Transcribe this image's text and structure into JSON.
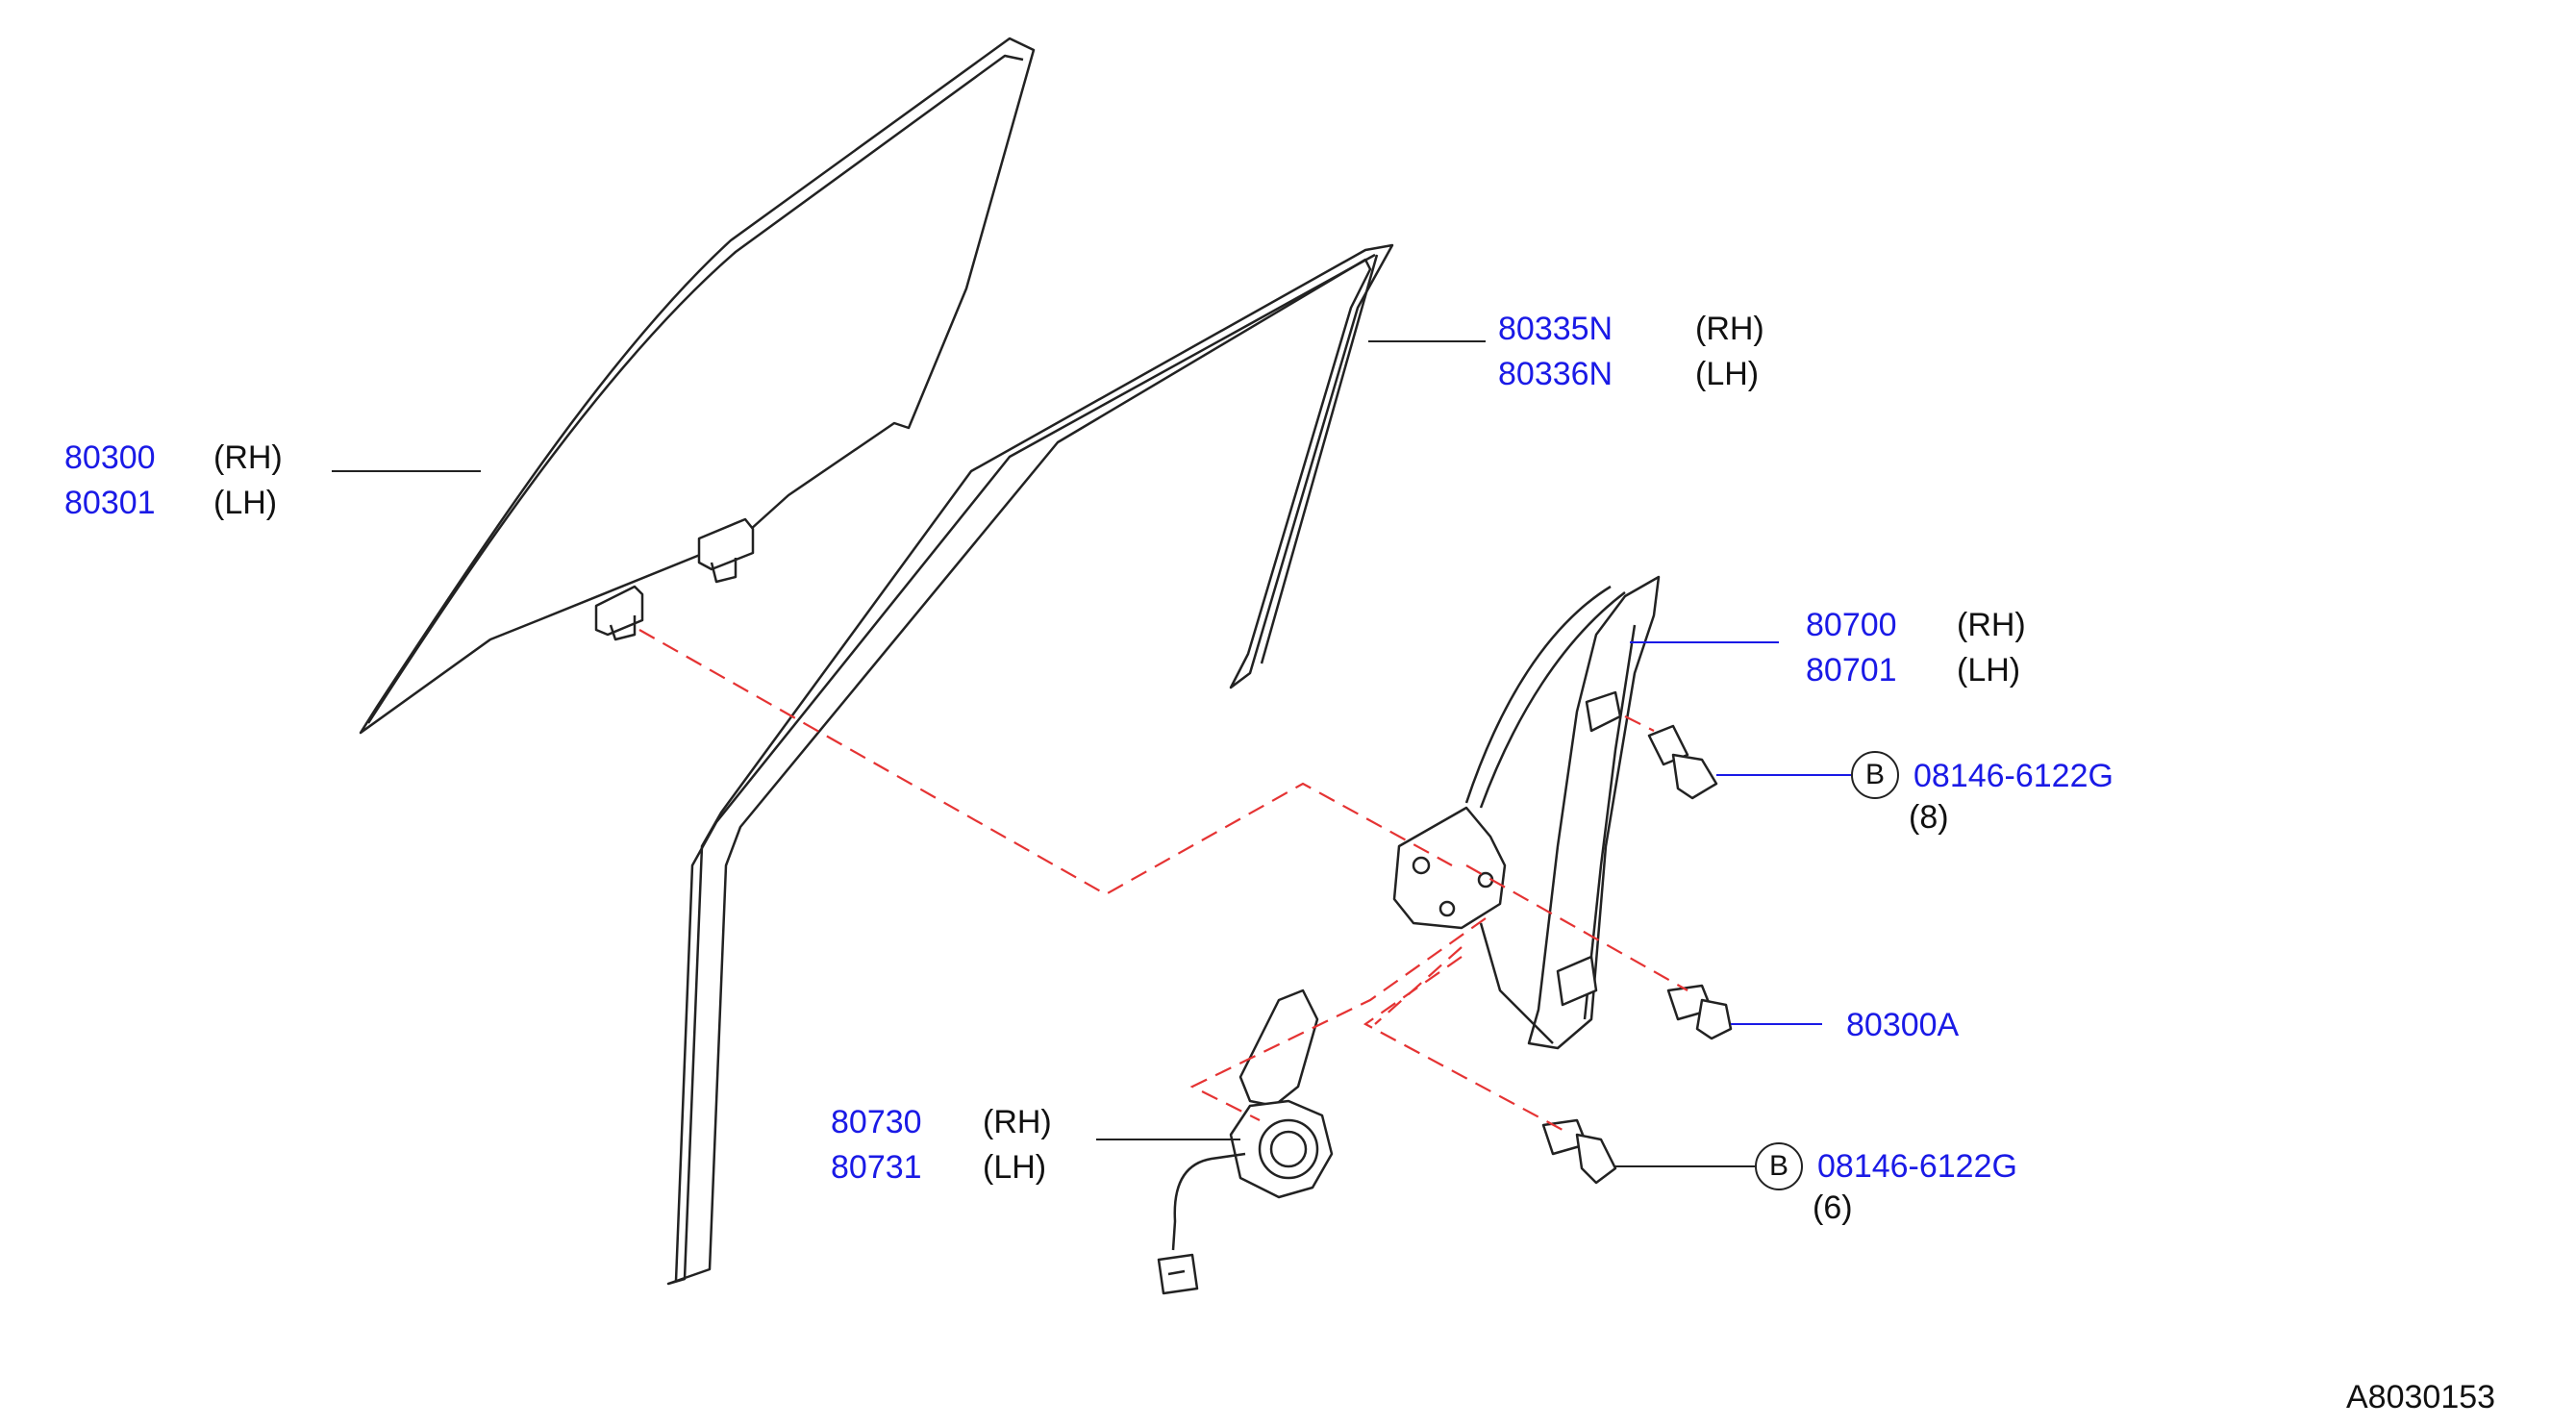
{
  "callouts": {
    "glass": {
      "part_rh": "80300",
      "side_rh": "(RH)",
      "part_lh": "80301",
      "side_lh": "(LH)"
    },
    "run_channel": {
      "part_rh": "80335N",
      "side_rh": "(RH)",
      "part_lh": "80336N",
      "side_lh": "(LH)"
    },
    "regulator": {
      "part_rh": "80700",
      "side_rh": "(RH)",
      "part_lh": "80701",
      "side_lh": "(LH)"
    },
    "bolt_upper": {
      "marker": "B",
      "part": "08146-6122G",
      "qty": "(8)"
    },
    "bolt_glass": {
      "part": "80300A"
    },
    "motor": {
      "part_rh": "80730",
      "side_rh": "(RH)",
      "part_lh": "80731",
      "side_lh": "(LH)"
    },
    "bolt_lower": {
      "marker": "B",
      "part": "08146-6122G",
      "qty": "(6)"
    }
  },
  "diagram_code": "A8030153",
  "colors": {
    "part_number": "#1a1ae6",
    "dashed_line": "#e53333",
    "line_art": "#222222",
    "leader_blue": "#1a1ae6"
  }
}
